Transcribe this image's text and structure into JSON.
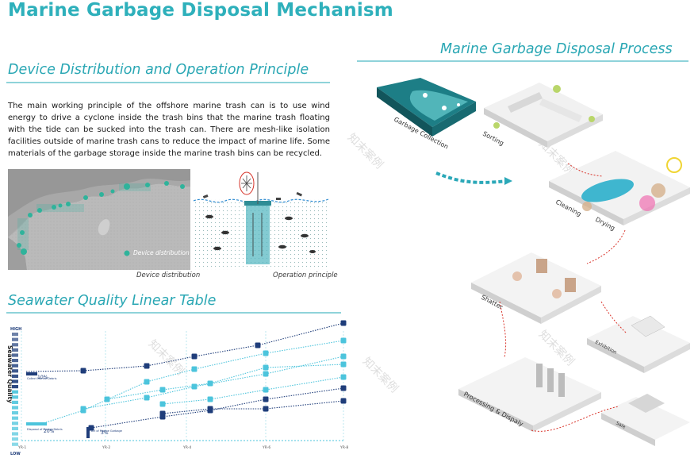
{
  "page": {
    "title": "Marine Garbage Disposal Mechanism"
  },
  "device_section": {
    "title": "Device Distribution and Operation Principle",
    "description": "The main working principle of the offshore marine trash can is to use wind energy to drive a cyclone inside the trash bins that the marine trash floating with the tide can be sucked into the trash can. There are mesh-like isolation facilities outside of marine trash cans to reduce the impact of marine life. Some materials of the garbage storage inside the marine trash bins can be recycled.",
    "map_legend": "Device distribution",
    "caption_left": "Device distribution",
    "caption_right": "Operation principle"
  },
  "quality_section": {
    "title": "Seawater Quality Linear Table",
    "y_axis_label": "Seawater Quality",
    "high_label": "HIGH",
    "low_label": "LOW",
    "x_ticks": [
      "YR-1",
      "YR-2",
      "YR-4",
      "YR-6",
      "YR-8"
    ],
    "callouts": [
      {
        "label": "Collect Marine Debris",
        "value": "10%"
      },
      {
        "label": "Disposal of Marine Debris",
        "value": "20%"
      },
      {
        "label": "Art of Marine Garbage",
        "value": "3%"
      }
    ]
  },
  "process_section": {
    "title": "Marine Garbage Disposal Process",
    "steps": [
      "Garbage Collection",
      "Sorting",
      "Cleaning",
      "Drying",
      "Shatter",
      "Exhibition",
      "Processing & Dispaly",
      "Sale"
    ]
  },
  "watermark": "知末案例",
  "colors": {
    "accent": "#2eb0bb",
    "navy": "#1f3d7a",
    "teal": "#37a6b1",
    "light_teal": "#4cc4dc",
    "process_path": "#2ba8b8",
    "red_path": "#d9342b"
  }
}
